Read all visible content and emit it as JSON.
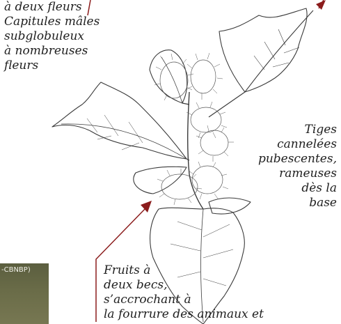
{
  "labels": {
    "left": "à deux fleurs\nCapitules mâles\nsubglobuleux\nà nombreuses\nfleurs",
    "right": "Tiges\ncannelées\npubescentes,\nrameuses\ndès la\nbase",
    "bottom": "Fruits à\ndeux becs,\ns’accrochant à\nla fourrure des animaux et"
  },
  "photo_credit": "-CBNBP)",
  "colors": {
    "leader_line": "#8b1c1c",
    "drawing_ink": "#3a3a3a",
    "photo_bg": "#686a46"
  }
}
